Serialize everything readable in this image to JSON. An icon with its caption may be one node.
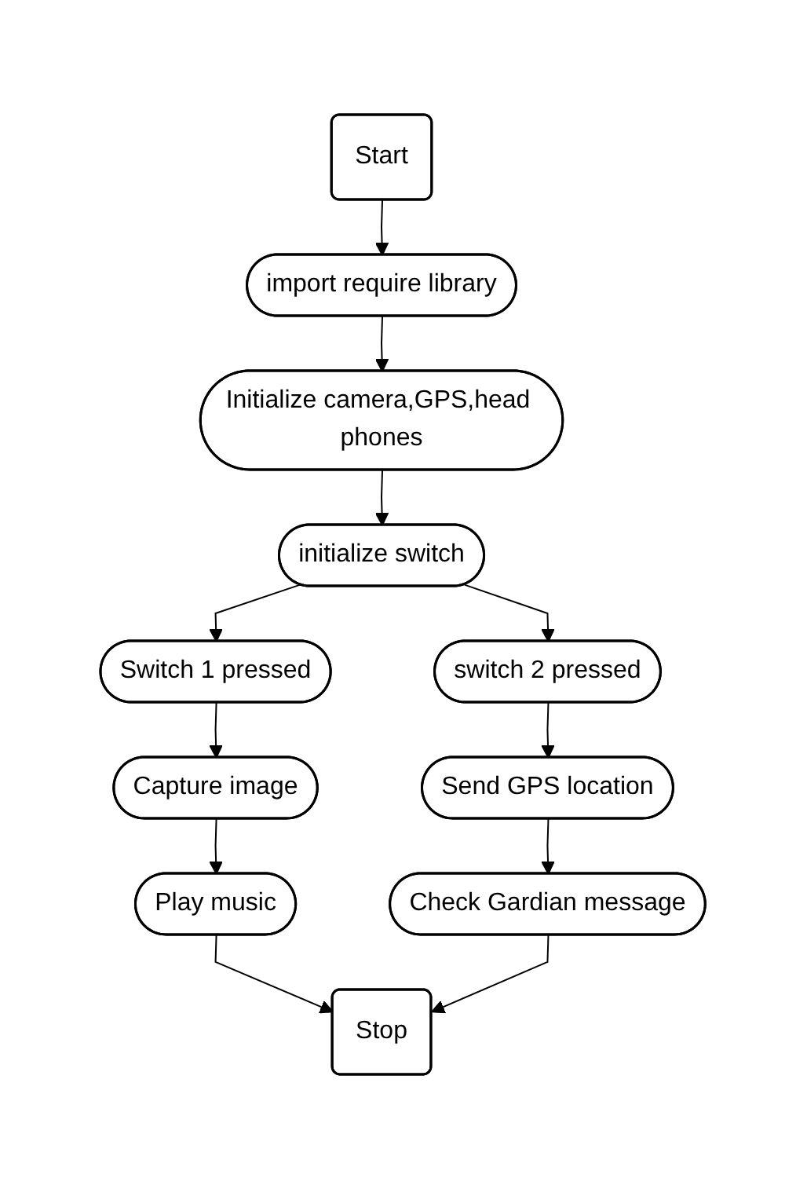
{
  "diagram": {
    "nodes": [
      {
        "text": [
          "Start"
        ]
      },
      {
        "text": [
          "import require library"
        ]
      },
      {
        "text": [
          "Initialize camera,GPS,head phones"
        ]
      },
      {
        "text": [
          "initialize switch"
        ]
      },
      {
        "text": [
          "Switch 1 pressed"
        ]
      },
      {
        "text": [
          "switch 2 pressed"
        ]
      },
      {
        "text": [
          "Capture image"
        ]
      },
      {
        "text": [
          "Send GPS location"
        ]
      },
      {
        "text": [
          "Play music"
        ]
      },
      {
        "text": [
          "Check Gardian message"
        ]
      },
      {
        "text": [
          "Stop"
        ]
      }
    ],
    "edges": [
      {
        "from": 0,
        "to": 1,
        "arrow": "to"
      },
      {
        "from": 1,
        "to": 2,
        "arrow": "to"
      },
      {
        "from": 2,
        "to": 3,
        "arrow": "to"
      },
      {
        "from": 3,
        "to": 4,
        "arrow": "to"
      },
      {
        "from": 3,
        "to": 5,
        "arrow": "to"
      },
      {
        "from": 4,
        "to": 6,
        "arrow": "to"
      },
      {
        "from": 6,
        "to": 8,
        "arrow": "to"
      },
      {
        "from": 5,
        "to": 7,
        "arrow": "to"
      },
      {
        "from": 7,
        "to": 9,
        "arrow": "to"
      },
      {
        "from": 8,
        "to": 10,
        "arrow": "to"
      },
      {
        "from": 9,
        "to": 10,
        "arrow": "to"
      }
    ]
  }
}
